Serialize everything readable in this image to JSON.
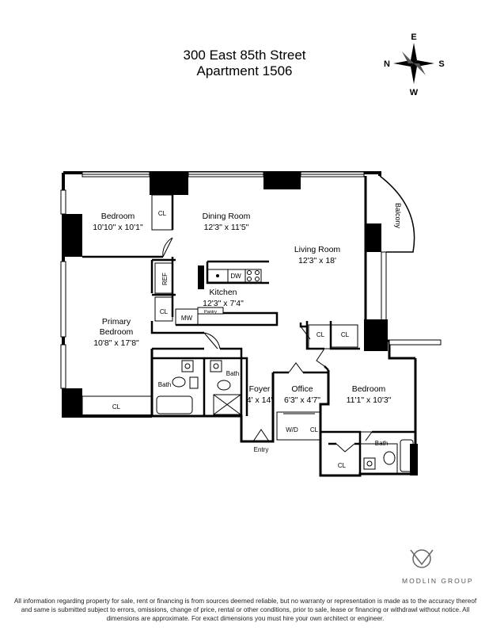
{
  "header": {
    "address": "300 East 85th Street",
    "unit": "Apartment 1506"
  },
  "compass": {
    "north": "N",
    "south": "S",
    "east": "E",
    "west": "W"
  },
  "rooms": {
    "bedroom2": {
      "name": "Bedroom",
      "dims": "10'10\" x 10'1\""
    },
    "dining": {
      "name": "Dining Room",
      "dims": "12'3\" x 11'5\""
    },
    "living": {
      "name": "Living Room",
      "dims": "12'3\" x 18'"
    },
    "kitchen": {
      "name": "Kitchen",
      "dims": "12'3\" x 7'4\""
    },
    "primary": {
      "name1": "Primary",
      "name2": "Bedroom",
      "dims": "10'8\" x 17'8\""
    },
    "foyer": {
      "name": "Foyer",
      "dims": "4' x 14'"
    },
    "office": {
      "name": "Office",
      "dims": "6'3\" x 4'7\""
    },
    "bedroom3": {
      "name": "Bedroom",
      "dims": "11'1\" x 10'3\""
    }
  },
  "fixtures": {
    "balcony": "Balcony",
    "cl": "CL",
    "ref": "REF",
    "dw": "DW",
    "mw": "MW",
    "pantry": "Pantry",
    "bath": "Bath",
    "wd": "W/D",
    "entry": "Entry"
  },
  "brand": "MODLIN GROUP",
  "disclaimer": "All information regarding property for sale, rent or financing is from sources deemed reliable, but no warranty or representation is made as to the accuracy thereof and same is submitted subject to errors, omissions, change of price, rental or other conditions, prior to sale, lease or financing or withdrawl without notice. All dimensions are approximate. For exact dimensions you must hire your own architect or engineer."
}
